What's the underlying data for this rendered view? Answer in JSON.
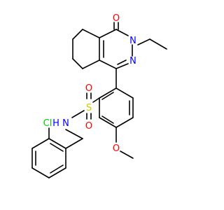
{
  "molecule": {
    "atoms": {
      "ketone_O": "O",
      "ring_N_ethyl": "N",
      "ring_N": "N",
      "sulfonyl_O_top": "O",
      "sulfonyl_S": "S",
      "sulfonyl_O_bottom": "O",
      "amide_N": "N",
      "amide_H": "H",
      "methoxy_O": "O",
      "chloro": "Cl"
    },
    "colors": {
      "bond": "#000000",
      "O": "#ff0000",
      "N": "#0000ff",
      "S": "#cccc00",
      "Cl": "#00cc00"
    }
  }
}
